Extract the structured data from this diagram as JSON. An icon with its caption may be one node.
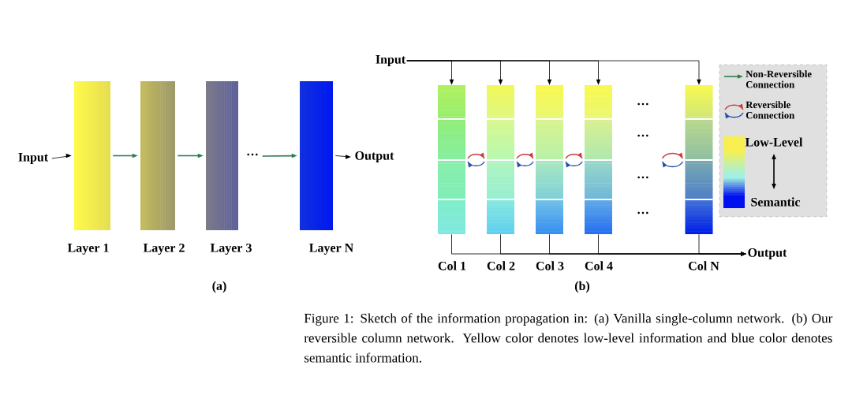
{
  "diagram": {
    "caption": "Figure 1: Sketch of the information propagation in: (a) Vanilla single-column network. (b) Our reversible column network. Yellow color denotes low-level information and blue color denotes semantic information.",
    "nodes": [
      {
        "text": [
          "Input"
        ]
      },
      {
        "text": [],
        "shape": "bar",
        "beside": [
          "Layer 1"
        ]
      },
      {
        "text": [],
        "shape": "bar",
        "beside": [
          "Layer 2"
        ]
      },
      {
        "text": [],
        "shape": "bar",
        "beside": [
          "Layer 3"
        ]
      },
      {
        "text": [
          "···"
        ]
      },
      {
        "text": [],
        "shape": "bar",
        "beside": [
          "Layer N"
        ]
      },
      {
        "text": [
          "Output"
        ]
      },
      {
        "text": [
          "Input"
        ]
      },
      {
        "text": [],
        "shape": "bar"
      },
      {
        "text": [],
        "shape": "bar"
      },
      {
        "text": [],
        "shape": "bar"
      },
      {
        "text": [],
        "shape": "bar"
      },
      {
        "text": [],
        "shape": "bar"
      },
      {
        "text": [
          "Output"
        ]
      }
    ],
    "edges": [
      {
        "from": 0,
        "to": 1,
        "arrow": "to"
      },
      {
        "from": 1,
        "to": 2,
        "arrow": "to",
        "color": "#2e7d4f"
      },
      {
        "from": 2,
        "to": 3,
        "arrow": "to",
        "color": "#2e7d4f"
      },
      {
        "from": 4,
        "to": 5,
        "arrow": "to",
        "color": "#2e7d4f"
      },
      {
        "from": 5,
        "to": 6,
        "arrow": "to"
      },
      {
        "from": 7,
        "to": 8,
        "arrow": "to"
      },
      {
        "from": 7,
        "to": 9,
        "arrow": "to"
      },
      {
        "from": 7,
        "to": 10,
        "arrow": "to"
      },
      {
        "from": 7,
        "to": 11,
        "arrow": "to"
      },
      {
        "from": 7,
        "to": 12,
        "arrow": "to"
      },
      {
        "from": 8,
        "to": 13,
        "arrow": "to"
      },
      {
        "from": 9,
        "to": 13,
        "arrow": "to"
      },
      {
        "from": 10,
        "to": 13,
        "arrow": "to"
      },
      {
        "from": 11,
        "to": 13,
        "arrow": "to"
      },
      {
        "from": 12,
        "to": 13,
        "arrow": "to"
      },
      {
        "from": 8,
        "to": 9,
        "arrow": "to",
        "color": "#cd3c3c"
      },
      {
        "from": 9,
        "to": 8,
        "arrow": "to",
        "color": "#2850aa"
      },
      {
        "from": 9,
        "to": 10,
        "arrow": "to",
        "color": "#cd3c3c"
      },
      {
        "from": 10,
        "to": 9,
        "arrow": "to",
        "color": "#2850aa"
      },
      {
        "from": 10,
        "to": 11,
        "arrow": "to",
        "color": "#cd3c3c"
      },
      {
        "from": 11,
        "to": 10,
        "arrow": "to",
        "color": "#2850aa"
      },
      {
        "from": null,
        "to": 12,
        "arrow": "to",
        "color": "#cd3c3c"
      },
      {
        "from": 12,
        "to": null,
        "arrow": "to",
        "color": "#2850aa"
      }
    ],
    "labels": [
      "(a)",
      "···",
      "···",
      "···",
      "···",
      "Col 1",
      "Col 2",
      "Col 3",
      "Col 4",
      "Col N",
      "(b)"
    ],
    "legend": [
      {
        "text": "Non-Reversible Connection"
      },
      {
        "text": "Reversible Connection"
      },
      {
        "text": "Low-Level",
        "color": "#f8f050"
      },
      {
        "text": "Semantic",
        "color": "#0010f0"
      }
    ]
  }
}
